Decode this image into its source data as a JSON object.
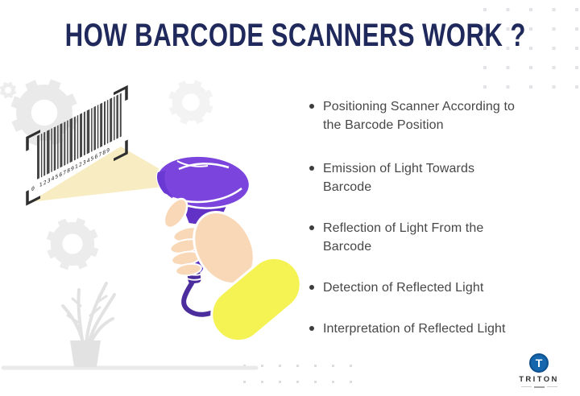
{
  "title": "HOW BARCODE SCANNERS WORK ?",
  "steps": [
    "Positioning Scanner According to\nthe Barcode Position",
    "Emission of Light Towards\nBarcode",
    "Reflection of Light From the\nBarcode",
    "Detection of Reflected Light",
    "Interpretation of Reflected Light"
  ],
  "illustration": {
    "barcode_digits": "0 123456789123456789"
  },
  "logo": {
    "name": "TRITON",
    "monogram": "T"
  },
  "colors": {
    "title_navy": "#20295c",
    "body_text": "#474747",
    "scanner_purple": "#7b45dd",
    "scanner_dark_purple": "#5a2fc0",
    "cable_purple": "#4b2d9e",
    "sleeve_yellow": "#f5f354",
    "hand_skin": "#f9d8b8",
    "beam_yellow": "#f8ecc3",
    "logo_blue": "#1566ad",
    "decor_gray": "#ececec"
  }
}
